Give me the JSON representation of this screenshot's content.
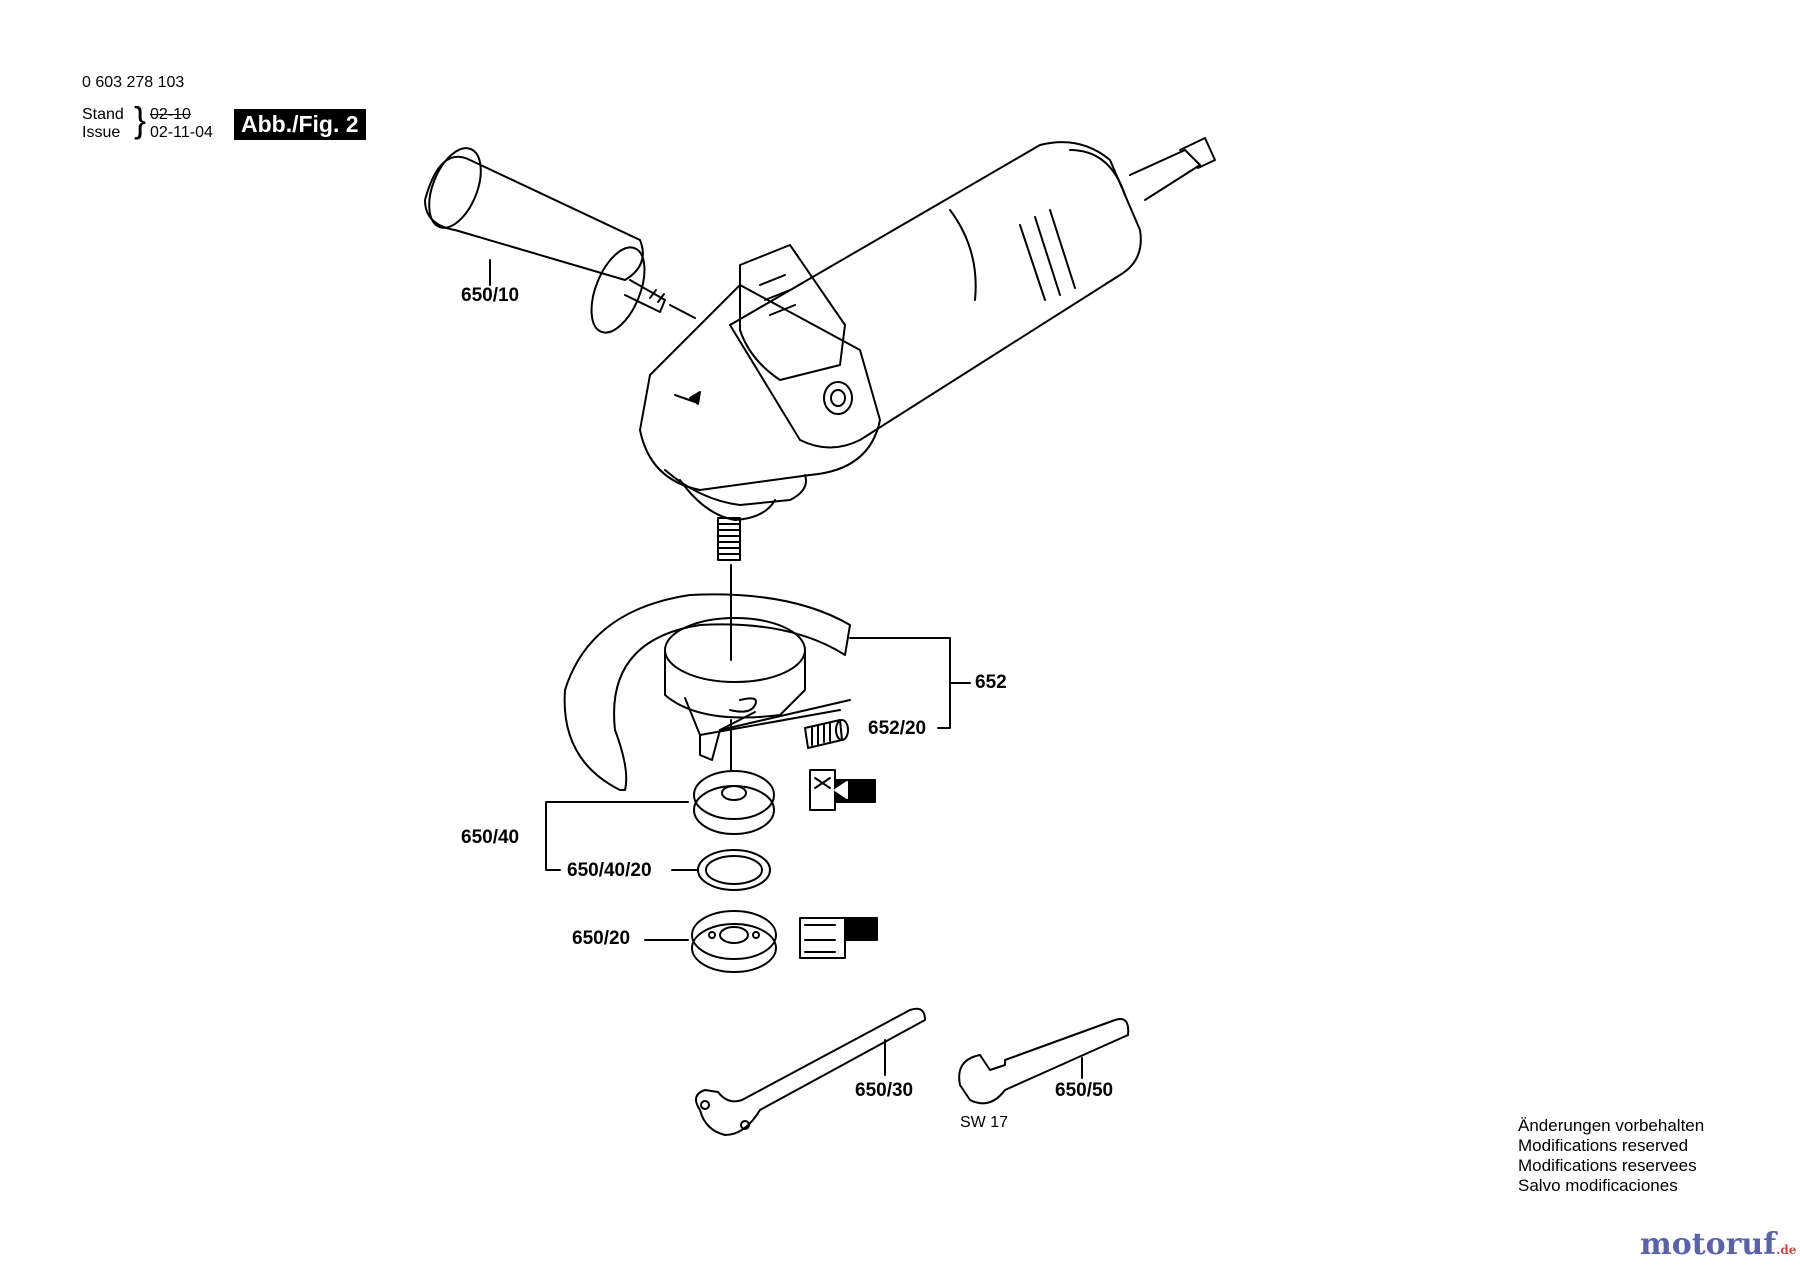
{
  "header": {
    "part_number": "0 603 278 103",
    "stand_label": "Stand",
    "issue_label": "Issue",
    "old_date": "02-10",
    "issue_date": "02-11-04",
    "figure_badge": "Abb./Fig. 2"
  },
  "parts": {
    "p650_10": "650/10",
    "p652": "652",
    "p652_20": "652/20",
    "p650_40": "650/40",
    "p650_40_20": "650/40/20",
    "p650_20": "650/20",
    "p650_30": "650/30",
    "p650_50": "650/50",
    "sw17": "SW 17"
  },
  "notes": [
    "Änderungen vorbehalten",
    "Modifications reserved",
    "Modifications reservees",
    "Salvo modificaciones"
  ],
  "watermark": {
    "main": "motoruf",
    "suffix": ".de"
  }
}
